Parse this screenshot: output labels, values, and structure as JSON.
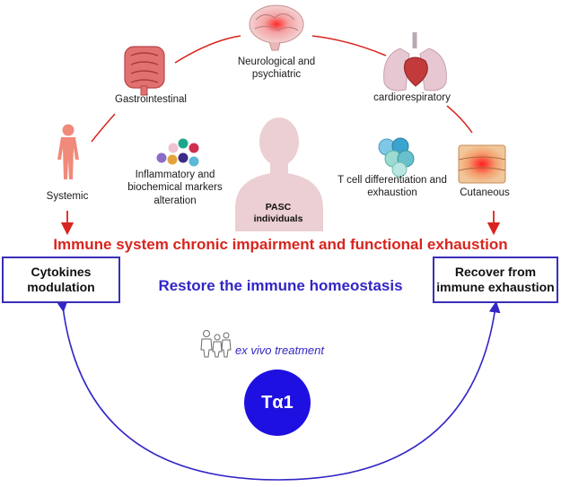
{
  "organs": {
    "neurological": "Neurological and\npsychiatric",
    "gastrointestinal": "Gastrointestinal",
    "cardiorespiratory": "cardiorespiratory",
    "systemic": "Systemic",
    "cutaneous": "Cutaneous"
  },
  "center": {
    "markers": "Inflammatory and\nbiochemical markers\nalteration",
    "tcell": "T cell differentiation and\nexhaustion",
    "pasc": "PASC\nindividuals"
  },
  "headline_red": "Immune system chronic impairment and functional exhaustion",
  "boxes": {
    "left": "Cytokines\nmodulation",
    "right": "Recover from\nimmune exhaustion"
  },
  "headline_blue": "Restore the immune homeostasis",
  "treatment": {
    "label": "ex vivo treatment"
  },
  "drug": "Tα1",
  "colors": {
    "red": "#d8251f",
    "blue": "#3326c6",
    "drug_fill": "#1e10e0"
  }
}
